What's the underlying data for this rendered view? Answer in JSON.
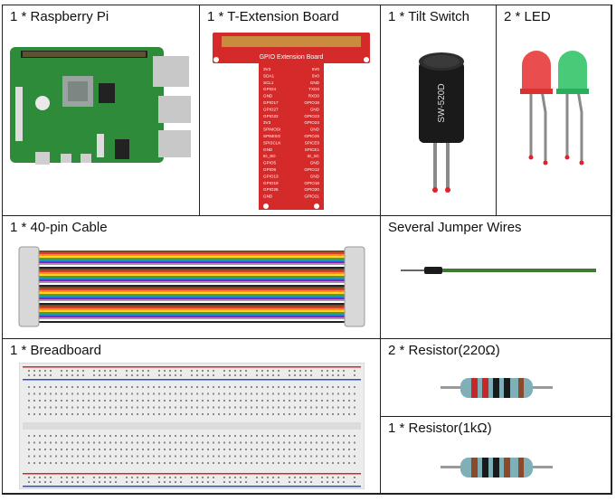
{
  "components": {
    "raspberry_pi": "1 * Raspberry Pi",
    "t_extension_board": "1 * T-Extension Board",
    "tilt_switch": "1 * Tilt Switch",
    "led": "2 * LED",
    "cable": "1 * 40-pin Cable",
    "jumper_wires": "Several Jumper Wires",
    "breadboard": "1 * Breadboard",
    "resistor_220": "2 * Resistor(220Ω)",
    "resistor_1k": "1 * Resistor(1kΩ)"
  },
  "t_board": {
    "title": "GPIO Extension Board",
    "left_pins": [
      "3V3",
      "SDA1",
      "SCL1",
      "GPIO4",
      "GND",
      "GPIO17",
      "GPIO27",
      "GPIO22",
      "3V3",
      "SPIMOSI",
      "SPIMISO",
      "SPISCLK",
      "GND",
      "ID_SD",
      "GPIO5",
      "GPIO6",
      "GPIO13",
      "GPIO19",
      "GPIO26",
      "GND"
    ],
    "right_pins": [
      "5V0",
      "5V0",
      "GND",
      "TXD0",
      "RXD0",
      "GPIO18",
      "GND",
      "GPIO23",
      "GPIO24",
      "GND",
      "GPIO25",
      "SPICE0",
      "SPICE1",
      "ID_SC",
      "GND",
      "GPIO12",
      "GND",
      "GPIO16",
      "GPIO20",
      "GPIO21"
    ]
  },
  "tilt_switch_marking": "SW-520D",
  "colors": {
    "pcb_green": "#2e8b3a",
    "t_board_red": "#d42a2a",
    "led_red": "#e83a3a",
    "led_green": "#35c46a",
    "wire_green": "#3f7a32"
  }
}
